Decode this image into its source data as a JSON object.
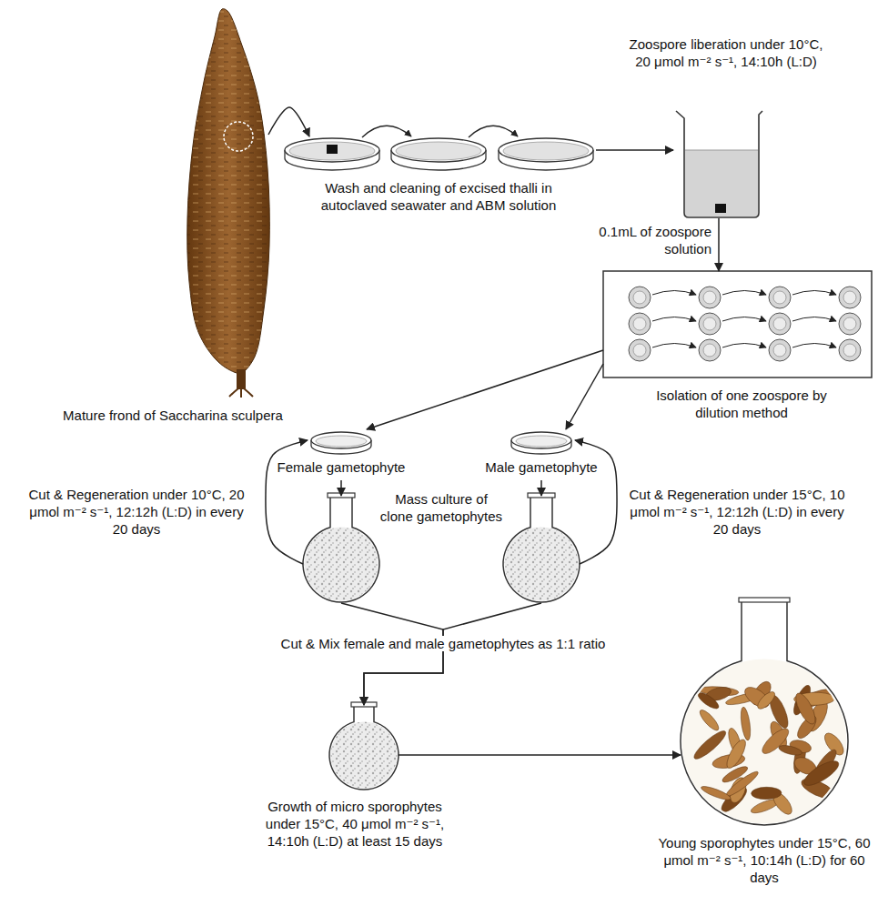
{
  "diagram": {
    "nodes": [
      {
        "text": [
          "Mature frond of Saccharina sculpera"
        ]
      },
      {
        "text": [
          "Wash and cleaning of excised thalli in autoclaved seawater and ABM solution"
        ]
      },
      {
        "text": [
          "Zoospore liberation under 10°C, 20 μmol m⁻² s⁻¹, 14:10h (L:D)"
        ]
      },
      {
        "text": [
          "Isolation of one zoospore by dilution method"
        ]
      },
      {
        "text": [
          "Female gametophyte"
        ]
      },
      {
        "text": [
          "Male gametophyte"
        ]
      },
      {
        "text": [
          "Cut & Regeneration under 10°C, 20 μmol m⁻² s⁻¹, 12:12h (L:D) in every 20 days"
        ]
      },
      {
        "text": [
          "Cut & Regeneration under 15°C, 10 μmol m⁻² s⁻¹, 12:12h (L:D) in every 20 days"
        ]
      },
      {
        "text": [
          "Growth of micro sporophytes under 15°C, 40 μmol m⁻² s⁻¹, 14:10h (L:D) at least 15 days"
        ]
      },
      {
        "text": [
          "Young sporophytes under 15°C, 60 μmol m⁻² s⁻¹, 10:14h (L:D) for 60 days"
        ]
      }
    ],
    "edges": [
      {
        "from": 0,
        "to": 1,
        "arrow": "to"
      },
      {
        "from": 1,
        "to": 2,
        "arrow": "to"
      },
      {
        "from": 2,
        "to": 3,
        "label": "0.1mL of zoospore solution",
        "arrow": "to"
      },
      {
        "from": 3,
        "to": 4,
        "arrow": "to"
      },
      {
        "from": 3,
        "to": 5,
        "arrow": "to"
      },
      {
        "from": 4,
        "to": 6,
        "arrow": "to"
      },
      {
        "from": 5,
        "to": 7,
        "arrow": "to"
      },
      {
        "from": 6,
        "to": 4,
        "arrow": "to"
      },
      {
        "from": 7,
        "to": 5,
        "arrow": "to"
      },
      {
        "from": 6,
        "to": 8,
        "arrow": "to"
      },
      {
        "from": 7,
        "to": 8,
        "arrow": "to"
      },
      {
        "from": 8,
        "to": 9,
        "arrow": "to"
      }
    ],
    "labels": [
      "Mass culture of clone gametophytes",
      "Cut & Mix female and male gametophytes as 1:1 ratio"
    ]
  }
}
